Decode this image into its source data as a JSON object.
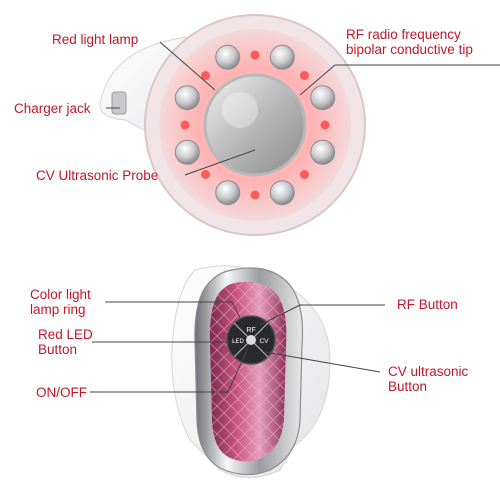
{
  "labels": {
    "red_light_lamp": "Red light lamp",
    "rf_tip": "RF radio frequency\nbipolar conductive tip",
    "charger_jack": "Charger jack",
    "cv_probe": "CV Ultrasonic Probe",
    "color_ring": "Color light\nlamp ring",
    "red_led_button": "Red LED\nButton",
    "on_off": "ON/OFF",
    "rf_button": "RF Button",
    "cv_button": "CV ultrasonic\nButton"
  },
  "button_glyphs": {
    "rf": "RF",
    "led": "LED",
    "cv": "CV"
  },
  "colors": {
    "label_red": "#c0182a",
    "led_red": "#ff5a5a",
    "body_pink": "#c8557e"
  }
}
